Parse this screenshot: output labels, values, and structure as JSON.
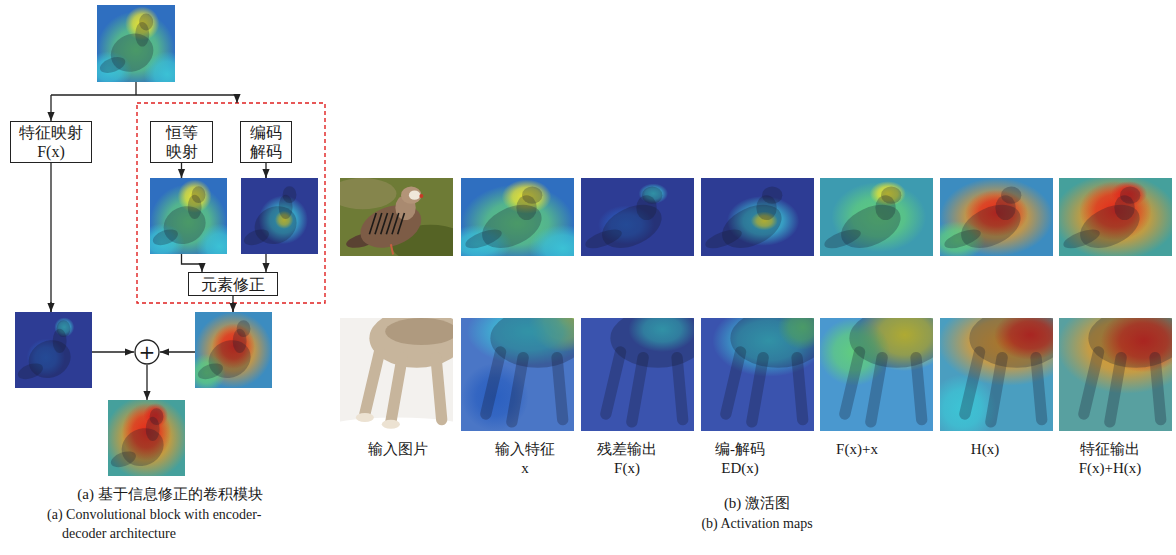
{
  "diagram": {
    "nodes": [
      {
        "text": [
          "特征映射 F(x)"
        ]
      },
      {
        "text": [
          "恒等 映射"
        ]
      },
      {
        "text": [
          "编码 解码"
        ]
      },
      {
        "text": [
          "元素修正"
        ]
      },
      {
        "text": [
          "+"
        ]
      }
    ],
    "edges": [
      {
        "from": 0,
        "to": 4,
        "arrow": "to"
      },
      {
        "from": 1,
        "to": 3,
        "arrow": "to"
      },
      {
        "from": 2,
        "to": 3,
        "arrow": "to"
      },
      {
        "from": 3,
        "to": 4,
        "arrow": "to"
      }
    ],
    "labels": [
      "(a) 基于信息修正的卷积模块",
      "(a) Convolutional block with encoder-decoder architecture",
      "输入图片",
      "输入特征 x",
      "残差输出 F(x)",
      "编-解码 ED(x)",
      "F(x)+x",
      "H(x)",
      "特征输出 F(x)+H(x)",
      "(b) 激活图",
      "(b) Activation maps"
    ]
  }
}
